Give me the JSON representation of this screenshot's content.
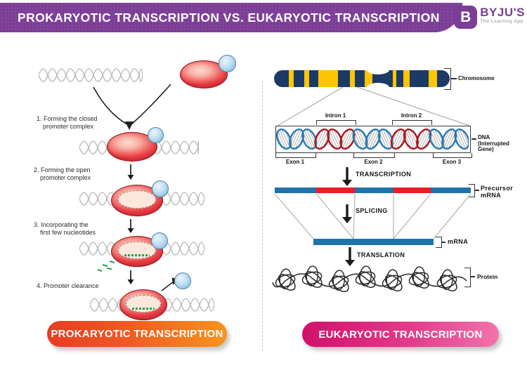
{
  "header": {
    "title": "PROKARYOTIC TRANSCRIPTION VS. EUKARYOTIC TRANSCRIPTION",
    "logo": {
      "b": "B",
      "name": "BYJU'S",
      "tagline": "The Learning App"
    }
  },
  "left": {
    "steps": [
      {
        "line1": "1. Forming the closed",
        "line2": "promoter complex"
      },
      {
        "line1": "2. Forming the open",
        "line2": "promoter complex"
      },
      {
        "line1": "3. Incorporating the",
        "line2": "first few nucleotides"
      },
      {
        "line1": "4. Promoter clearance",
        "line2": ""
      }
    ],
    "banner": "PROKARYOTIC TRANSCRIPTION"
  },
  "right": {
    "chromosome_label": "Chromosome",
    "intron1": "Intron 1",
    "intron2": "Intron 2",
    "exon1": "Exon 1",
    "exon2": "Exon 2",
    "exon3": "Exon 3",
    "dna_label_line1": "DNA",
    "dna_label_line2": "(Interrupted",
    "dna_label_line3": "Gene)",
    "process1": "TRANSCRIPTION",
    "process2": "SPLICING",
    "process3": "TRANSLATION",
    "precursor_line1": "Precursor",
    "precursor_line2": "mRNA",
    "mrna_label": "mRNA",
    "protein_label": "Protein",
    "banner": "EUKARYOTIC TRANSCRIPTION"
  },
  "colors": {
    "header_purple": "#7b3d96",
    "chromosome_navy": "#1b3a66",
    "chromosome_yellow": "#fdc504",
    "exon_blue": "#2679b2",
    "intron_red": "#a8161f",
    "mrna_blue": "#1f72aa",
    "intron_bar_red": "#ee1c25",
    "banner_orange_start": "#e73c22",
    "banner_orange_end": "#f7941d",
    "banner_pink_start": "#d0106a",
    "banner_pink_end": "#f173ac"
  }
}
